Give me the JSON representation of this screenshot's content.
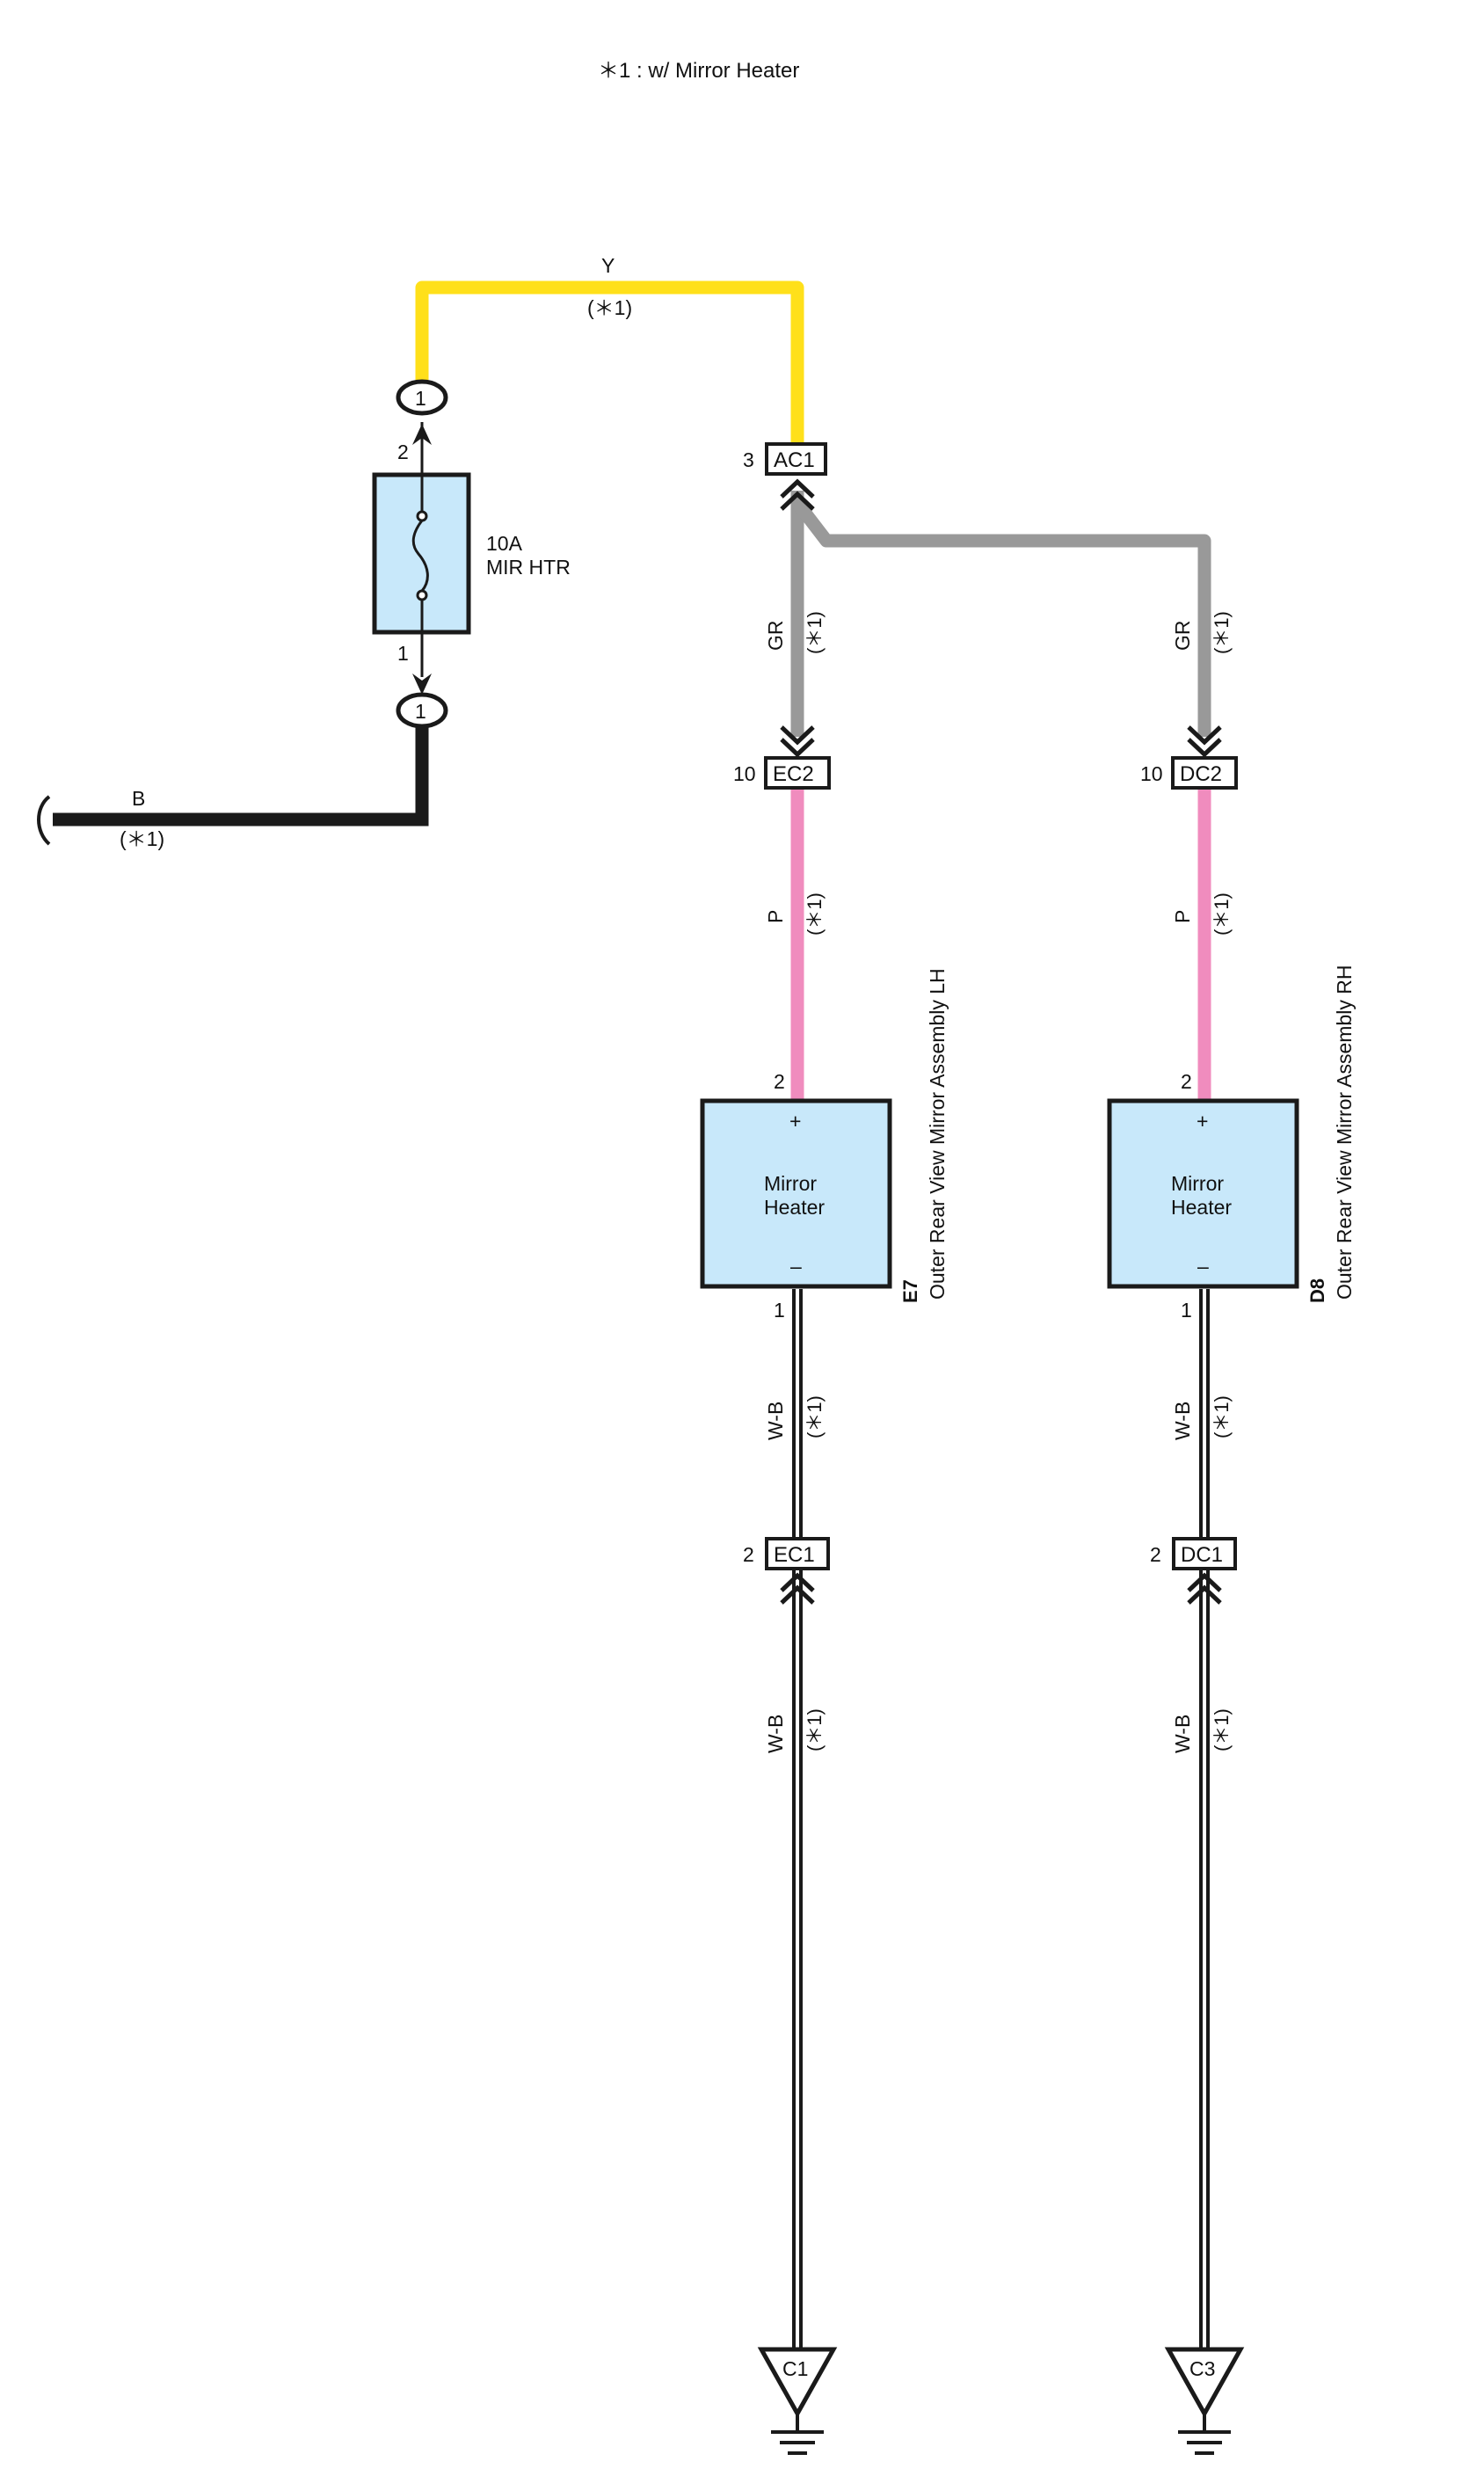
{
  "legend": {
    "note": "＊1 : w/ Mirror Heater"
  },
  "colors": {
    "wire_Y": "#FFE01A",
    "wire_GR": "#999999",
    "wire_P": "#F08CBE",
    "wire_B": "#1A1A1A",
    "wire_WB_outer": "#1A1A1A",
    "wire_WB_inner": "#FFFFFF",
    "component_fill": "#C8E8FA",
    "outline": "#1A1A1A"
  },
  "wires": {
    "y": {
      "color": "Y",
      "note": "(＊1)"
    },
    "b": {
      "color": "B",
      "note": "(＊1)"
    },
    "gr_lh": {
      "color": "GR",
      "note": "(＊1)"
    },
    "gr_rh": {
      "color": "GR",
      "note": "(＊1)"
    },
    "p_lh": {
      "color": "P",
      "note": "(＊1)"
    },
    "p_rh": {
      "color": "P",
      "note": "(＊1)"
    },
    "wb_lh_upper": {
      "color": "W-B",
      "note": "(＊1)"
    },
    "wb_lh_lower": {
      "color": "W-B",
      "note": "(＊1)"
    },
    "wb_rh_upper": {
      "color": "W-B",
      "note": "(＊1)"
    },
    "wb_rh_lower": {
      "color": "W-B",
      "note": "(＊1)"
    }
  },
  "fuse": {
    "rating": "10A",
    "name": "MIR HTR",
    "pin_top": "2",
    "pin_bottom": "1",
    "term_top": "1",
    "term_bottom": "1",
    "icon": "fuse-icon"
  },
  "connectors": {
    "ac1": {
      "name": "AC1",
      "pin": "3"
    },
    "ec2": {
      "name": "EC2",
      "pin": "10"
    },
    "dc2": {
      "name": "DC2",
      "pin": "10"
    },
    "ec1": {
      "name": "EC1",
      "pin": "2"
    },
    "dc1": {
      "name": "DC1",
      "pin": "2"
    }
  },
  "components": {
    "lh": {
      "code": "E7",
      "name": "Outer Rear View Mirror Assembly LH",
      "label_line1": "Mirror",
      "label_line2": "Heater",
      "plus": "+",
      "minus": "–",
      "pin_plus": "2",
      "pin_minus": "1"
    },
    "rh": {
      "code": "D8",
      "name": "Outer Rear View Mirror Assembly RH",
      "label_line1": "Mirror",
      "label_line2": "Heater",
      "plus": "+",
      "minus": "–",
      "pin_plus": "2",
      "pin_minus": "1"
    }
  },
  "grounds": {
    "c1": {
      "name": "C1",
      "icon": "ground-icon"
    },
    "c3": {
      "name": "C3",
      "icon": "ground-icon"
    }
  }
}
